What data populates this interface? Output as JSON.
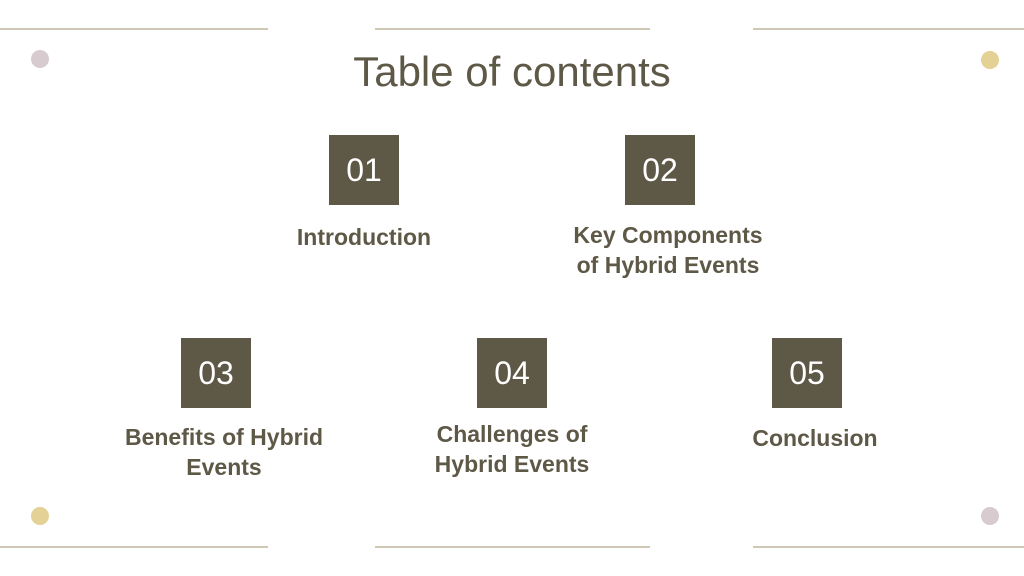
{
  "slide": {
    "title": "Table of contents",
    "items": [
      {
        "number": "01",
        "label": "Introduction"
      },
      {
        "number": "02",
        "label_line1": "Key Components",
        "label_line2": "of Hybrid Events"
      },
      {
        "number": "03",
        "label_line1": "Benefits of Hybrid",
        "label_line2": "Events"
      },
      {
        "number": "04",
        "label_line1": "Challenges of",
        "label_line2": "Hybrid Events"
      },
      {
        "number": "05",
        "label": "Conclusion"
      }
    ]
  },
  "colors": {
    "accent": "#5e5847",
    "rule": "#cfc8b4",
    "dot_gold": "#e3d195",
    "dot_mauve": "#d7cbd0"
  }
}
